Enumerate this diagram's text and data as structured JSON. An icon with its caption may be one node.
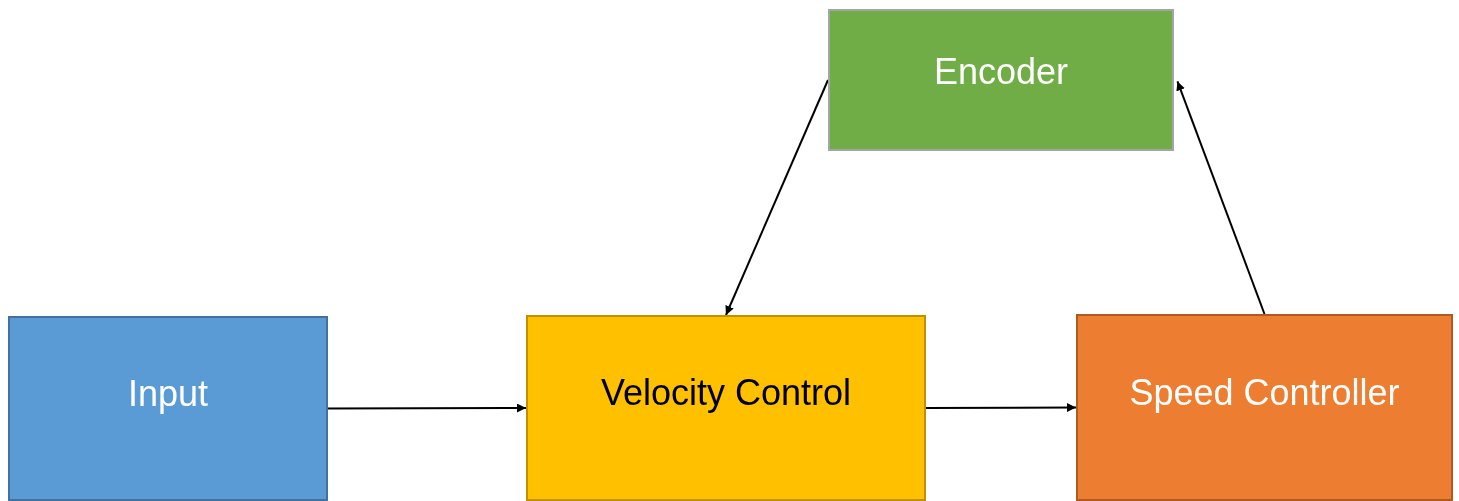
{
  "diagram": {
    "nodes": [
      {
        "text": [
          "Encoder"
        ]
      },
      {
        "text": [
          "Input"
        ]
      },
      {
        "text": [
          "Velocity Control"
        ]
      },
      {
        "text": [
          "Speed Controller"
        ]
      }
    ],
    "edges": [
      {
        "from": 1,
        "to": 2,
        "arrow": "to"
      },
      {
        "from": 2,
        "to": 3,
        "arrow": "to"
      },
      {
        "from": 3,
        "to": 0,
        "arrow": "to"
      },
      {
        "from": 0,
        "to": 2,
        "arrow": "to"
      }
    ]
  }
}
